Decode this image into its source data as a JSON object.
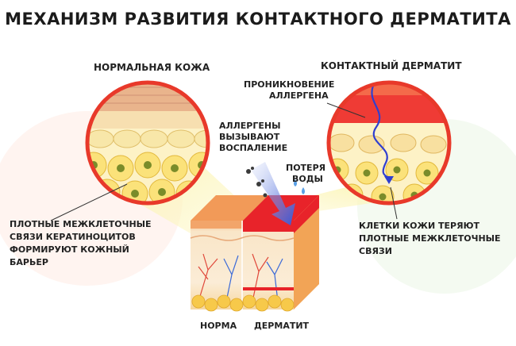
{
  "title": "МЕХАНИЗМ РАЗВИТИЯ КОНТАКТНОГО ДЕРМАТИТА",
  "left_panel": {
    "heading": "НОРМАЛЬНАЯ КОЖА",
    "caption": [
      "ПЛОТНЫЕ МЕЖКЛЕТОЧНЫЕ",
      "СВЯЗИ КЕРАТИНОЦИТОВ",
      "ФОРМИРУЮТ КОЖНЫЙ",
      "БАРЬЕР"
    ]
  },
  "right_panel": {
    "heading": "КОНТАКТНЫЙ ДЕРМАТИТ",
    "penetration": [
      "ПРОНИКНОВЕНИЕ",
      "АЛЛЕРГЕНА"
    ],
    "caption": [
      "КЛЕТКИ КОЖИ ТЕРЯЮТ",
      "ПЛОТНЫЕ МЕЖКЛЕТОЧНЫЕ",
      "СВЯЗИ"
    ]
  },
  "center": {
    "allergens": [
      "АЛЛЕРГЕНЫ",
      "ВЫЗЫВАЮТ",
      "ВОСПАЛЕНИЕ"
    ],
    "water_loss": [
      "ПОТЕРЯ",
      "ВОДЫ"
    ],
    "label_normal": "НОРМА",
    "label_dermatitis": "ДЕРМАТИТ"
  },
  "colors": {
    "ring": "#e8392a",
    "allergen_arrow": "#4169e1",
    "inflamed": "#e8232a",
    "skin_top": "#f2a56a",
    "fat": "#f7c94a"
  }
}
